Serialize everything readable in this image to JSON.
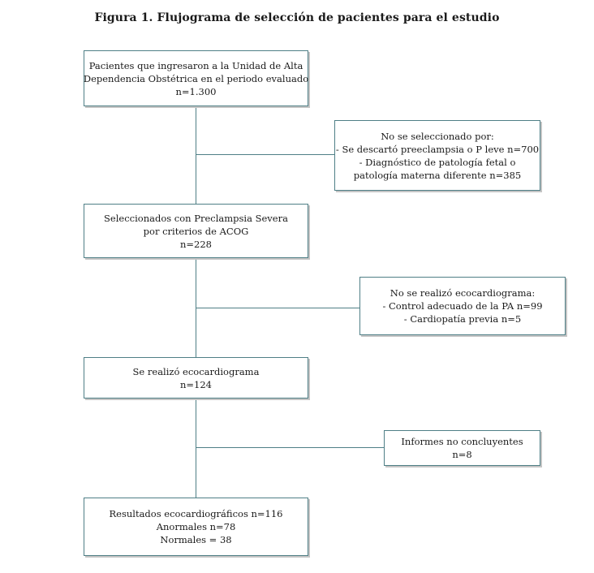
{
  "title": "Figura 1. Flujograma de selección de pacientes para el estudio",
  "boxes": {
    "ingreso": {
      "lines": [
        "Pacientes que ingresaron a la Unidad de Alta",
        "Dependencia Obstétrica en el periodo evaluado",
        "n=1.300"
      ]
    },
    "excluidos_1": {
      "lines": [
        "No se seleccionado por:",
        "- Se descartó preeclampsia o P leve n=700",
        "- Diagnóstico de patología fetal o",
        "patología materna diferente n=385"
      ]
    },
    "seleccionados": {
      "lines": [
        "Seleccionados con Preclampsia Severa",
        "por criterios de ACOG",
        "n=228"
      ]
    },
    "excluidos_2": {
      "lines": [
        "No se realizó ecocardiograma:",
        "- Control adecuado de la PA n=99",
        "- Cardiopatía previa n=5"
      ]
    },
    "ecocardiograma": {
      "lines": [
        "Se realizó ecocardiograma",
        "n=124"
      ]
    },
    "no_concluyentes": {
      "lines": [
        "Informes no concluyentes",
        "n=8"
      ]
    },
    "resultados": {
      "lines": [
        "Resultados ecocardiográficos n=116",
        "Anormales n=78",
        "Normales = 38"
      ]
    }
  }
}
